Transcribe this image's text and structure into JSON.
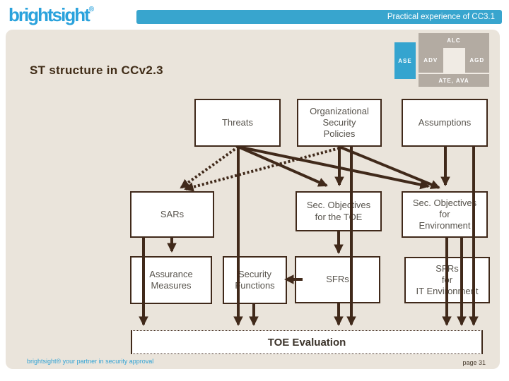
{
  "header": {
    "logo_text": "brightsight",
    "logo_reg": "®",
    "bar_title": "Practical experience of CC3.1"
  },
  "slide": {
    "title": "ST structure in CCv2.3"
  },
  "assurance_map": {
    "ase": "ASE",
    "alc": "ALC",
    "adv": "ADV",
    "agd": "AGD",
    "ate_ava": "ATE, AVA"
  },
  "diagram": {
    "boxes": {
      "threats": "Threats",
      "osp": "Organizational\nSecurity\nPolicies",
      "assumptions": "Assumptions",
      "sars": "SARs",
      "sec_obj_toe": "Sec. Objectives\nfor the TOE",
      "sec_obj_env": "Sec. Objectives\nfor\nEnvironment",
      "assurance_measures": "Assurance\nMeasures",
      "security_functions": "Security\nFunctions",
      "sfrs": "SFRs",
      "sfrs_it_env": "SFRs\nfor\nIT Environment",
      "toe_evaluation": "TOE Evaluation"
    }
  },
  "footer": {
    "left": "brightsight® your partner in security approval",
    "right": "page 31"
  },
  "colors": {
    "accent_blue": "#38A5CE",
    "logo_blue": "#2AA2DC",
    "dark_brown": "#40291A",
    "slide_beige": "#EAE4DB",
    "map_gray": "#B3ABA2"
  }
}
